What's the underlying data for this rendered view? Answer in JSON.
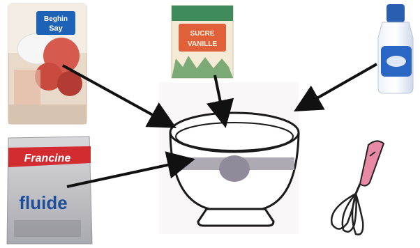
{
  "ingredients": {
    "sugar_box": {
      "brand_line1": "Beghin",
      "brand_line2": "Say",
      "icon": "sugar-box"
    },
    "vanilla_sugar": {
      "line1": "SUCRE",
      "line2": "VANILLE",
      "icon": "vanilla-sugar-packet"
    },
    "milk_bottle": {
      "icon": "milk-bottle"
    },
    "flour_bag": {
      "brand": "Francine",
      "label": "fluide",
      "icon": "flour-bag"
    }
  },
  "tools": {
    "bowl": {
      "icon": "mixing-bowl"
    },
    "whisk": {
      "icon": "whisk"
    }
  },
  "arrows": {
    "color": "#111111",
    "count": 4
  }
}
